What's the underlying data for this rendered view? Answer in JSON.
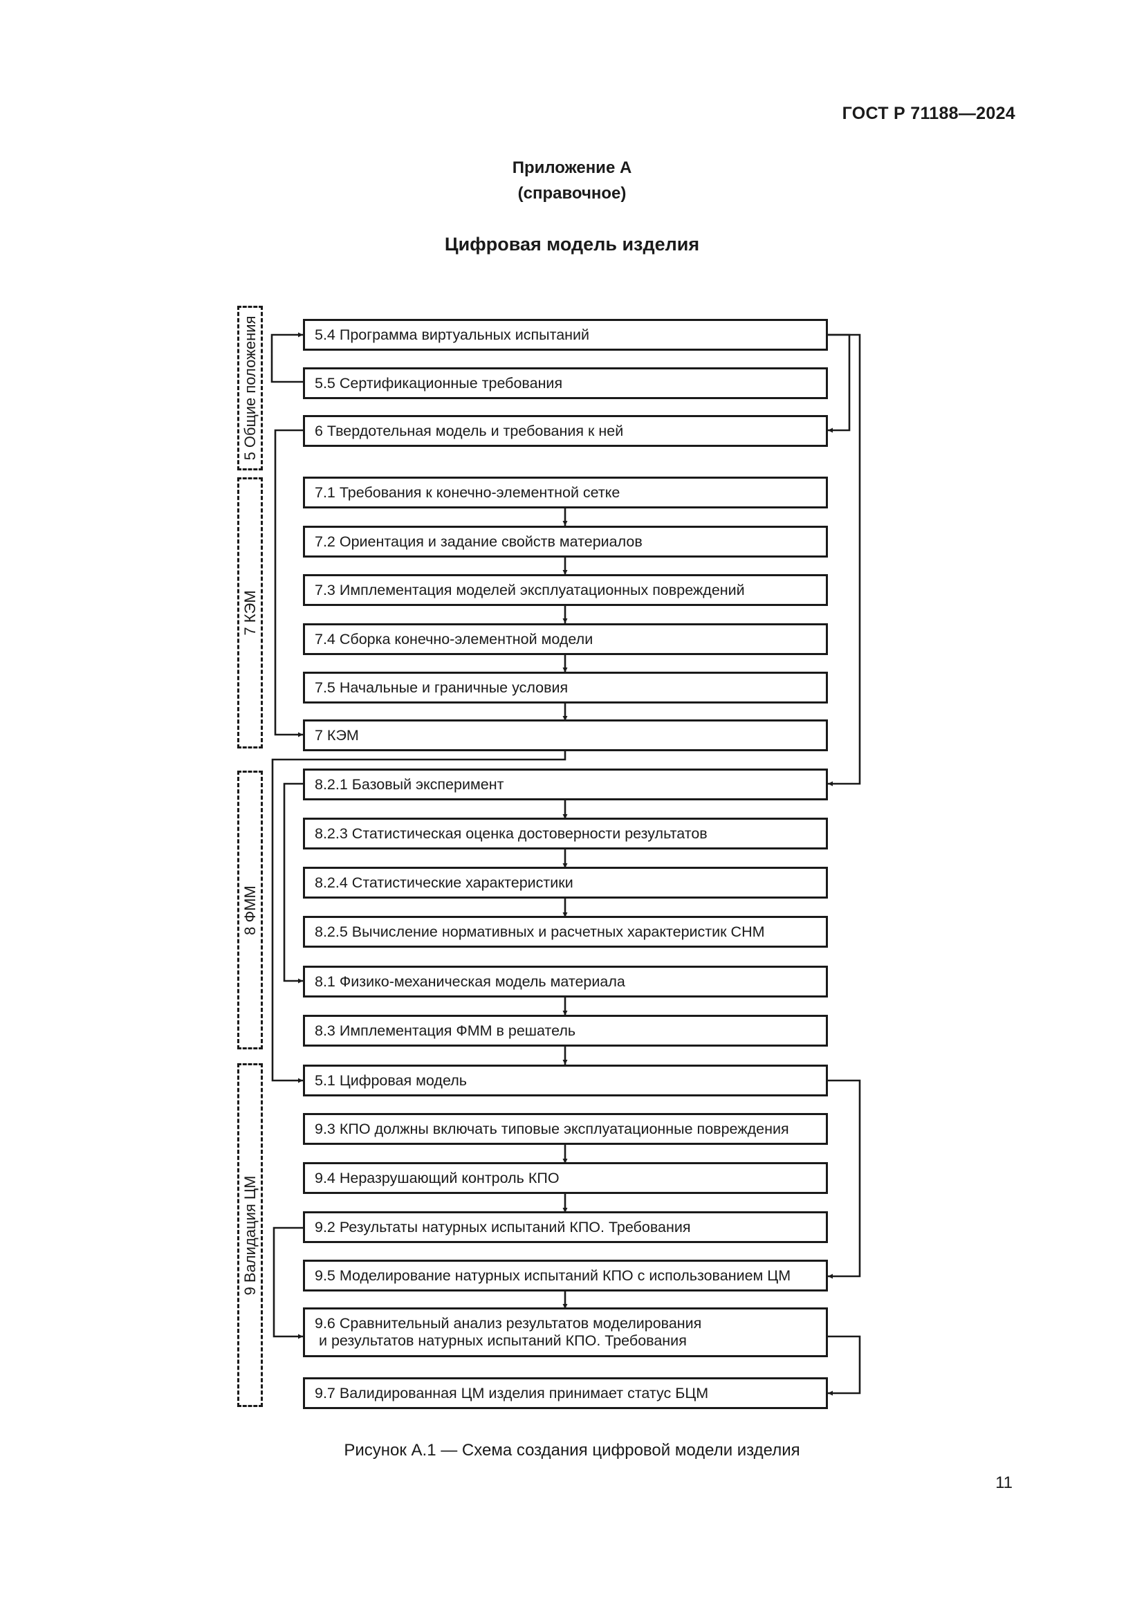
{
  "header": {
    "standard": "ГОСТ Р 71188—2024"
  },
  "appendix": {
    "title": "Приложение А",
    "subtitle": "(справочное)"
  },
  "figure_title": "Цифровая модель изделия",
  "groups": [
    {
      "id": "g5",
      "label": "5 Общие положения"
    },
    {
      "id": "g7",
      "label": "7 КЭМ"
    },
    {
      "id": "g8",
      "label": "8 ФММ"
    },
    {
      "id": "g9",
      "label": "9 Валидация ЦМ"
    }
  ],
  "boxes": [
    {
      "id": "b5_4",
      "label": "5.4 Программа виртуальных испытаний"
    },
    {
      "id": "b5_5",
      "label": "5.5 Сертификационные требования"
    },
    {
      "id": "b6",
      "label": "6 Твердотельная модель и требования к ней"
    },
    {
      "id": "b7_1",
      "label": "7.1 Требования к конечно-элементной сетке"
    },
    {
      "id": "b7_2",
      "label": "7.2 Ориентация и задание свойств материалов"
    },
    {
      "id": "b7_3",
      "label": "7.3 Имплементация моделей эксплуатационных повреждений"
    },
    {
      "id": "b7_4",
      "label": "7.4 Сборка конечно-элементной модели"
    },
    {
      "id": "b7_5",
      "label": "7.5 Начальные и граничные условия"
    },
    {
      "id": "b7",
      "label": "7 КЭМ"
    },
    {
      "id": "b8_2_1",
      "label": "8.2.1 Базовый эксперимент"
    },
    {
      "id": "b8_2_3",
      "label": "8.2.3 Статистическая оценка достоверности результатов"
    },
    {
      "id": "b8_2_4",
      "label": "8.2.4 Статистические характеристики"
    },
    {
      "id": "b8_2_5",
      "label": "8.2.5 Вычисление нормативных и расчетных характеристик СНМ"
    },
    {
      "id": "b8_1",
      "label": "8.1 Физико-механическая модель материала"
    },
    {
      "id": "b8_3",
      "label": "8.3 Имплементация ФММ в решатель"
    },
    {
      "id": "b5_1",
      "label": "5.1 Цифровая модель"
    },
    {
      "id": "b9_3",
      "label": "9.3 КПО должны включать типовые эксплуатационные повреждения"
    },
    {
      "id": "b9_4",
      "label": "9.4 Неразрушающий контроль КПО"
    },
    {
      "id": "b9_2",
      "label": "9.2 Результаты натурных испытаний КПО. Требования"
    },
    {
      "id": "b9_5",
      "label": "9.5 Моделирование натурных испытаний КПО с использованием ЦМ"
    },
    {
      "id": "b9_6",
      "label": "9.6 Сравнительный анализ результатов моделирования\n и результатов натурных испытаний КПО. Требования"
    },
    {
      "id": "b9_7",
      "label": "9.7 Валидированная ЦМ изделия принимает статус БЦМ"
    }
  ],
  "caption": "Рисунок А.1 — Схема создания цифровой модели изделия",
  "page_number": "11"
}
